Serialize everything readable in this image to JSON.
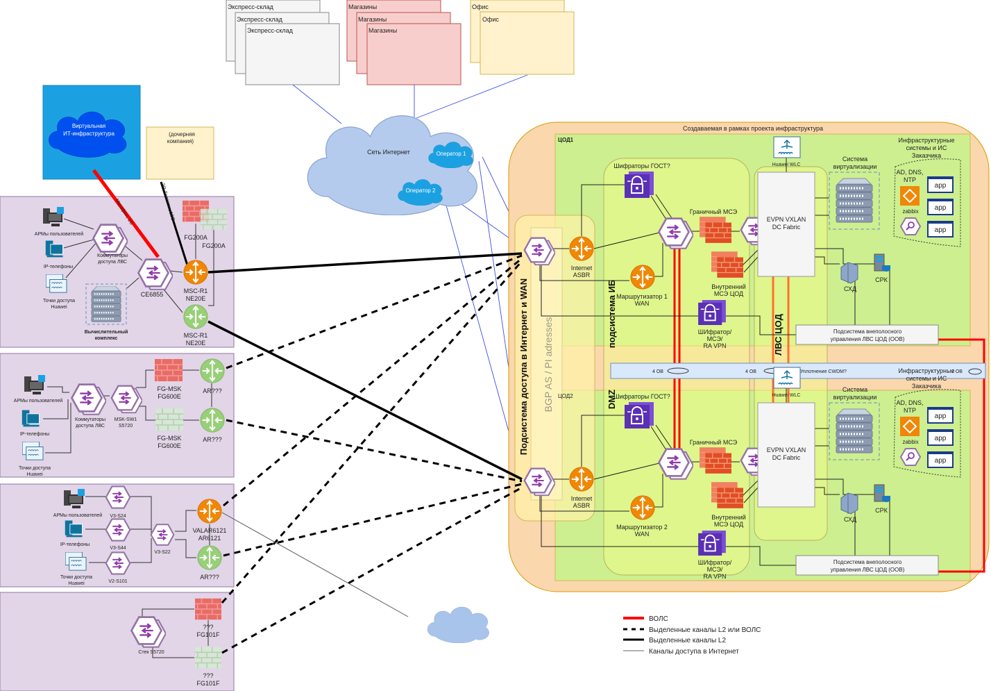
{
  "colors": {
    "vols": "#ff0000",
    "branch_bg": "#e1d5e7",
    "dc_outer": "#fad7ac",
    "dc_zone": "#cdef8f",
    "internet_cloud": "#a9c4eb",
    "operator_cloud": "#1ba1e2"
  },
  "sites": {
    "express": [
      "Экспресс-склад",
      "Экспресс-склад",
      "Экспресс-склад"
    ],
    "shops": [
      "Магазины",
      "Магазины",
      "Магазины"
    ],
    "offices": [
      "Офис",
      "Офис"
    ]
  },
  "virtual_infra": {
    "line1": "Виртуальная",
    "line2": "ИТ-инфраструктура"
  },
  "subsidiary": {
    "line1": "(дочерняя",
    "line2": "компания)"
  },
  "internet": {
    "label": "Сеть Интернет",
    "operator1": "Оператор 1",
    "operator2": "Оператор 2"
  },
  "links": {
    "megafon": "Мегафон, 1G",
    "ertelecom": "ЭР-Телеком, 10G"
  },
  "branch1": {
    "arm": "АРМы пользователей",
    "phones": "IP-телефоны",
    "ap1": "Точки доступа",
    "ap2": "Huawei",
    "access1": "Коммутаторы",
    "access2": "доступа ЛВС",
    "core": "CE6855",
    "compute1": "Вычислительный",
    "compute2": "комплекс",
    "fw_a": "FG200A",
    "fw_b": "FG200A",
    "r1a": "MSC-R1",
    "r1b": "NE20E",
    "r2a": "MSC-R1",
    "r2b": "NE20E"
  },
  "branch2": {
    "arm": "АРМы пользователей",
    "phones": "IP-телефоны",
    "ap1": "Точки доступа",
    "ap2": "Huawei",
    "access1": "Коммутаторы",
    "access2": "доступа ЛВС",
    "sw1": "MSK-SW1",
    "sw2": "S5720",
    "fw1a": "FG-MSK",
    "fw1b": "FG600E",
    "fw2a": "FG-MSK",
    "fw2b": "FG600E",
    "ar1": "AR???",
    "ar2": "AR???"
  },
  "branch3": {
    "arm": "АРМы пользователей",
    "phones": "IP-телефоны",
    "ap1": "Точки доступа",
    "ap2": "Huawei",
    "s24": "V3-S24",
    "s44": "V3-S44",
    "s101": "V2-S101",
    "s22": "V3-S22",
    "r1a": "VALAR6121",
    "r1b": "AR6121",
    "ar": "AR???"
  },
  "branch4": {
    "fw1a": "???",
    "fw1b": "FG101F",
    "fw2a": "???",
    "fw2b": "FG101F",
    "stack": "Стек S5720"
  },
  "dc": {
    "title": "Создаваемая в рамках проекта инфраструктура",
    "zone1": "ЦОД1",
    "zone2": "ЦОД2",
    "access_subsystem": "Подсистема доступа в Интернет и WAN",
    "bgp": "BGP AS / PI adresses",
    "ib": "подсистема ИБ",
    "dmz": "DMZ",
    "lan": "ЛВС ЦОД",
    "centers": [
      {
        "gost": "Шифраторы ГОСТ?",
        "border_fw": "Граничный МСЭ",
        "asbr1": "Internet",
        "asbr2": "ASBR",
        "wan1": "Маршрутизатор 1",
        "wan2": "WAN",
        "inner_fw1": "Внутренний",
        "inner_fw2": "МСЭ ЦОД",
        "vpn1": "ШИфратор/",
        "vpn2": "МСЭ/",
        "vpn3": "RA VPN",
        "fabric1": "EVPN VXLAN",
        "fabric2": "DC Fabric",
        "wlc": "Huawei WLC",
        "virt1": "Система",
        "virt2": "виртуализации",
        "infra1": "Инфраструктурные",
        "infra2": "системы и ИС",
        "infra3": "Заказчика",
        "ad1": "AD, DNS,",
        "ad2": "NTP",
        "zabbix": "zabbix",
        "app": [
          "app",
          "app",
          "app"
        ],
        "storage": "СХД",
        "backup": "СРК",
        "oob1": "Подсистема внеполосного",
        "oob2": "управления ЛВС ЦОД  (OOB)"
      },
      {
        "gost": "Шифраторы ГОСТ?",
        "border_fw": "Граничный МСЭ",
        "asbr1": "Internet",
        "asbr2": "ASBR",
        "wan1": "Маршрутизатор 2",
        "wan2": "WAN",
        "inner_fw1": "Внутренний",
        "inner_fw2": "МСЭ ЦОД",
        "vpn1": "ШИфратор/",
        "vpn2": "МСЭ/",
        "vpn3": "RA VPN",
        "fabric1": "EVPN VXLAN",
        "fabric2": "DC Fabric",
        "wlc": "Huawei WLC",
        "virt1": "Система",
        "virt2": "виртуализации",
        "infra1": "Инфраструктурные",
        "infra2": "системы и ИС",
        "infra3": "Заказчика",
        "ad1": "AD, DNS,",
        "ad2": "NTP",
        "zabbix": "zabbix",
        "app": [
          "app",
          "app",
          "app"
        ],
        "storage": "СХД",
        "backup": "СРК",
        "oob1": "Подсистема внеполосного",
        "oob2": "управления ЛВС ЦОД  (OOB)"
      }
    ],
    "cwdm": {
      "fiber_a": "4 ОВ",
      "fiber_b": "4 ОВ",
      "label": "Уплотнение CWDM?",
      "fiber_c": "2 ОВ"
    }
  },
  "legend": [
    {
      "label": "ВОЛС",
      "style": "red-thick"
    },
    {
      "label": "Выделенные каналы L2 или ВОЛС",
      "style": "black-dashed"
    },
    {
      "label": "Выделенные каналы L2",
      "style": "black-thick"
    },
    {
      "label": "Каналы доступа в Интернет",
      "style": "gray-thin"
    }
  ]
}
